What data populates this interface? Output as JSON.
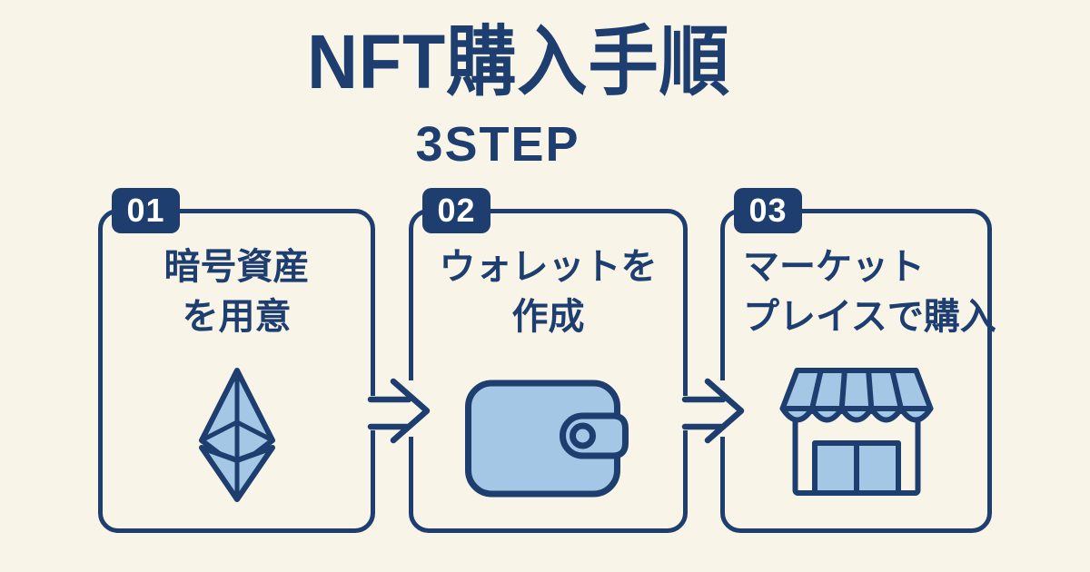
{
  "header": {
    "title": "NFT購入手順",
    "subtitle": "3STEP"
  },
  "steps": [
    {
      "number": "01",
      "label_line1": "暗号資産",
      "label_line2": "を用意",
      "icon": "ethereum-icon"
    },
    {
      "number": "02",
      "label_line1": "ウォレットを",
      "label_line2": "作成",
      "icon": "wallet-icon"
    },
    {
      "number": "03",
      "label_line1": "マーケット",
      "label_line2": "プレイスで購入",
      "icon": "storefront-icon"
    }
  ],
  "arrows": [
    {
      "name": "arrow-step1-to-step2",
      "direction": "right"
    },
    {
      "name": "arrow-step2-to-step3",
      "direction": "right"
    }
  ],
  "colors": {
    "background": "#f8f5e8",
    "navy": "#1d3e6f",
    "light_blue": "#a4c7e6",
    "badge_text": "#ffffff"
  }
}
